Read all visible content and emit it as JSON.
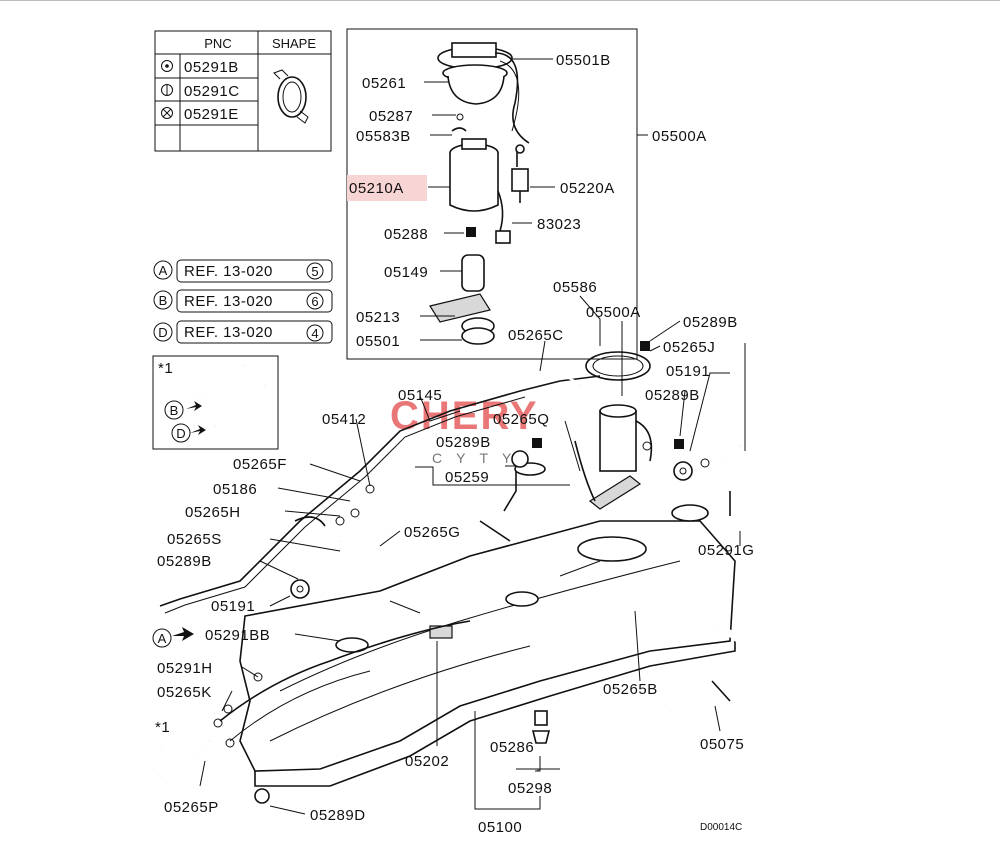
{
  "legend_table": {
    "headers": [
      "PNC",
      "SHAPE"
    ],
    "rows": [
      {
        "symbol": "circle-dot",
        "pnc": "05291B"
      },
      {
        "symbol": "circle-bar",
        "pnc": "05291C"
      },
      {
        "symbol": "circle-x",
        "pnc": "05291E"
      }
    ]
  },
  "references": [
    {
      "letter": "A",
      "text": "REF. 13-020",
      "num": "5"
    },
    {
      "letter": "B",
      "text": "REF. 13-020",
      "num": "6"
    },
    {
      "letter": "D",
      "text": "REF. 13-020",
      "num": "4"
    }
  ],
  "detail_box": {
    "marker": "*1",
    "letters": [
      "B",
      "D"
    ]
  },
  "pump_box": {
    "assembly_label": "05500A",
    "labels": [
      "05501B",
      "05261",
      "05287",
      "05583B",
      "05210A",
      "05220A",
      "83023",
      "05288",
      "05149",
      "05213",
      "05501"
    ]
  },
  "labels": {
    "l05586": "05586",
    "l05500A": "05500A",
    "l05289B_top": "05289B",
    "l05265C": "05265C",
    "l05265J": "05265J",
    "l05145": "05145",
    "l05191_r": "05191",
    "l05289B_r": "05289B",
    "l05412": "05412",
    "l05265Q": "05265Q",
    "l05289B_mid": "05289B",
    "l05259": "05259",
    "l05265F": "05265F",
    "l05186": "05186",
    "l05265H": "05265H",
    "l05265S": "05265S",
    "l05265G": "05265G",
    "l05291G": "05291G",
    "l05289B_l": "05289B",
    "l05191_l": "05191",
    "l05291BB": "05291BB",
    "l05291H": "05291H",
    "l05265K": "05265K",
    "l05265B": "05265B",
    "l05075": "05075",
    "l05202": "05202",
    "l05286": "05286",
    "l05298": "05298",
    "l05265P": "05265P",
    "l05289D": "05289D",
    "l05100": "05100",
    "star_l": "*1",
    "ref_A": "A"
  },
  "diagram_code": "D00014C",
  "watermark": {
    "main": "CHERY",
    "sub": "CYTY"
  },
  "colors": {
    "highlight": "#f7d5d5",
    "watermark": "#e34a4a",
    "ink": "#111111"
  }
}
